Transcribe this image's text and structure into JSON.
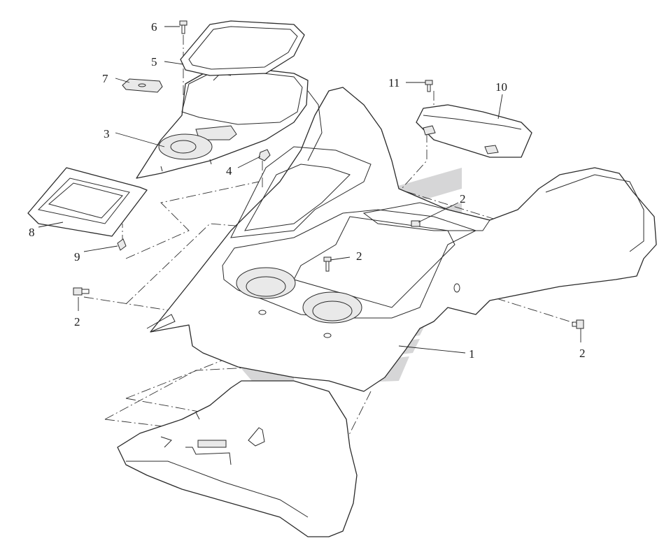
{
  "callouts": [
    {
      "id": "c1",
      "text": "1"
    },
    {
      "id": "c2a",
      "text": "2"
    },
    {
      "id": "c2b",
      "text": "2"
    },
    {
      "id": "c2c",
      "text": "2"
    },
    {
      "id": "c2d",
      "text": "2"
    },
    {
      "id": "c3",
      "text": "3"
    },
    {
      "id": "c4",
      "text": "4"
    },
    {
      "id": "c5",
      "text": "5"
    },
    {
      "id": "c6",
      "text": "6"
    },
    {
      "id": "c7",
      "text": "7"
    },
    {
      "id": "c8",
      "text": "8"
    },
    {
      "id": "c9",
      "text": "9"
    },
    {
      "id": "c10",
      "text": "10"
    },
    {
      "id": "c11",
      "text": "11"
    }
  ],
  "colors": {
    "line": "#2b2b2b",
    "watermark": "#c8c8ca",
    "background": "#ffffff"
  }
}
